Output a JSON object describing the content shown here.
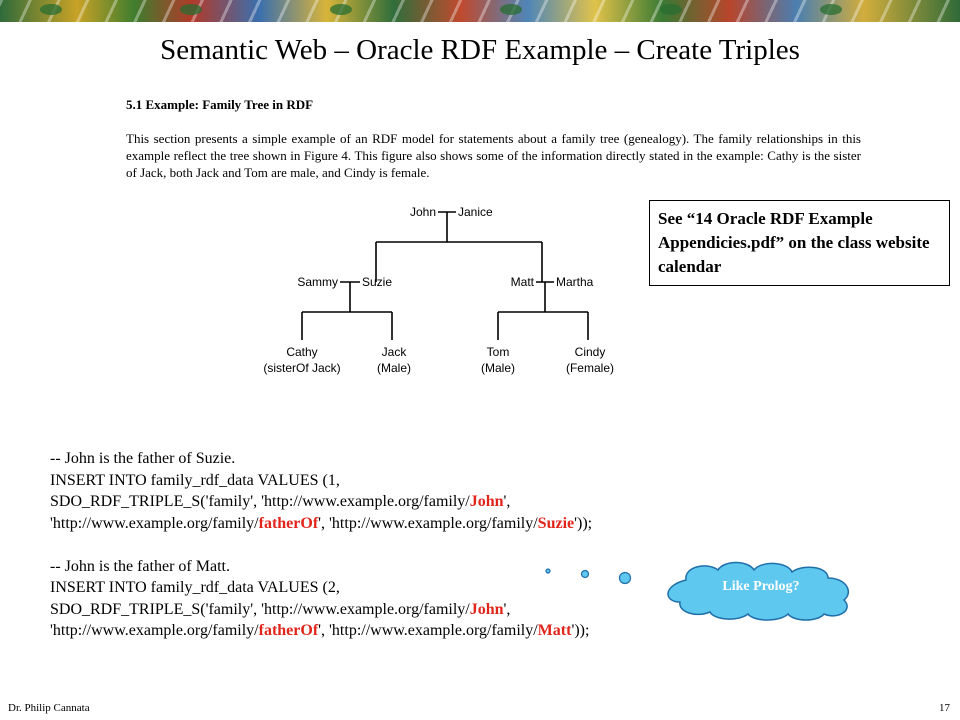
{
  "slide": {
    "title": "Semantic Web – Oracle RDF Example – Create Triples",
    "footer_author": "Dr. Philip Cannata",
    "page_number": "17"
  },
  "excerpt": {
    "heading": "5.1 Example: Family Tree in RDF",
    "paragraph": "This section presents a simple example of an RDF model for statements about a family tree (genealogy). The family relationships in this example reflect the tree shown in Figure 4. This figure also shows some of the information directly stated in the example: Cathy is the sister of Jack, both Jack and Tom are male, and Cindy is female."
  },
  "family_tree": {
    "john": "John",
    "janice": "Janice",
    "sammy": "Sammy",
    "suzie": "Suzie",
    "matt": "Matt",
    "martha": "Martha",
    "cathy": "Cathy",
    "cathy_note": "(sisterOf Jack)",
    "jack": "Jack",
    "jack_note": "(Male)",
    "tom": "Tom",
    "tom_note": "(Male)",
    "cindy": "Cindy",
    "cindy_note": "(Female)"
  },
  "note_box": {
    "text": "See “14 Oracle RDF Example Appendicies.pdf” on the class website calendar"
  },
  "code": {
    "block1": {
      "comment": "-- John is the father of Suzie.",
      "insert": "INSERT INTO family_rdf_data VALUES (1,",
      "triple_prefix": "SDO_RDF_TRIPLE_S('family', 'http://www.example.org/family/",
      "subject": "John",
      "triple_mid": "',",
      "pred_prefix": "'http://www.example.org/family/",
      "predicate": "fatherOf",
      "obj_prefix": "', 'http://www.example.org/family/",
      "object": "Suzie",
      "tail": "'));"
    },
    "block2": {
      "comment": "-- John is the father of Matt.",
      "insert": "INSERT INTO family_rdf_data VALUES (2,",
      "triple_prefix": "SDO_RDF_TRIPLE_S('family', 'http://www.example.org/family/",
      "subject": "John",
      "triple_mid": "',",
      "pred_prefix": "'http://www.example.org/family/",
      "predicate": "fatherOf",
      "obj_prefix": "',  'http://www.example.org/family/",
      "object": "Matt",
      "tail": "'));"
    },
    "highlight_color": "#e1251b"
  },
  "callout": {
    "label": "Like Prolog?",
    "fill_color": "#5ec8ee"
  }
}
